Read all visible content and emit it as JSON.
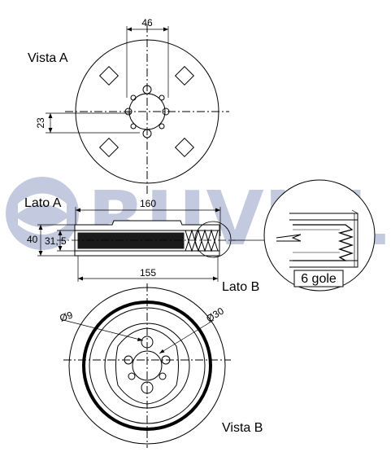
{
  "labels": {
    "vista_a": "Vista A",
    "lato_a": "Lato A",
    "lato_b": "Lato B",
    "vista_b": "Vista B",
    "grooves": "6 gole"
  },
  "dimensions": {
    "width_46": "46",
    "height_23": "23",
    "width_160": "160",
    "height_40": "40",
    "height_31_5": "31, 5",
    "width_155": "155",
    "dia_9": "Ø9",
    "dia_30": "Ø30"
  },
  "watermark": {
    "text": "RUVILLE",
    "color": "#1e3a8a"
  },
  "colors": {
    "line": "#000000",
    "dark_band": "#1a1a1a",
    "watermark": "#2a3f8c"
  }
}
